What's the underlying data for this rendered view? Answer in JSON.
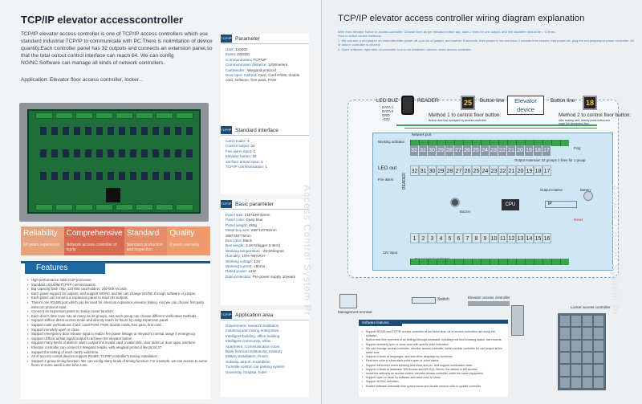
{
  "left": {
    "title": "TCP/IP elevator accesscontroller",
    "intro": "TCP/IP elevator access controller is one of TCP/IP access controllers which use standard industrial TCP/IP to communicate with PC.There is nolimitation of device quantity.Each controller panel has 32 outputs and connects an extension panel,so that the total outout control interface can reach 64. We can config NO/NC.Software can manage all kinds of network controllers.",
    "application": "Application: Elevator floor access controller, locker...",
    "features_cells": [
      {
        "title": "Reliability",
        "sub": "10 years experience"
      },
      {
        "title": "Comprehensive",
        "sub": "Network access controller of tcp/ip"
      },
      {
        "title": "Standard",
        "sub": "Standard production and inspection"
      },
      {
        "title": "Quality",
        "sub": "2 years warranty"
      }
    ],
    "features_title": "Features",
    "features": [
      "High performance 32bit CUP processer.",
      "Standard 10/100M TCP/IP communication.",
      "Big capacity flash chip, 120 000 card holders, 200 000 records.",
      "Each panel support 32 outputs, and support NO/NC and we can change NO/NC through software or jumper.",
      "Each panel can connect a expansion panel to reach 64 outputs.",
      "There's one RS485 port which can be used for intercom,expansion,elevator linking. And we can choose first party intercom protocol input.",
      "Connect an expansion panel to realize router function.",
      "Each door's time zone has as many as 16 groups, and each group can choose different verification methods.",
      "Support 16floor direct access mode and directly reach 32 floors by using expansion panel.",
      "Support multi verifications: Card, card+PSW, PSW, double cards, free pass, first card...",
      "Support remotely open or close.",
      "Support emergency door release input to realize fire power linkage or elevator's normal usage if emergency.",
      "Support of floor arrival signal output to achieve the elevator button.",
      "Support many kinds of alarms: alarm output line invalid card, invalid time, door alarm,or door open overtime.",
      "Elevator controller can connect 2 Wiegand reader, with wiegand protocol like26,34,37.",
      "Support the setting of each card's valid time.",
      "All of access control devices support RS485, TCP/IP controller's mixing installation.",
      "Support 4 group timing function. We can config many kinds of timing function. For example, we can access to some floors in some week,some time zone."
    ],
    "watermark": "Access Control System Pr",
    "parameter": {
      "tag": "TCP/IP",
      "title": "Parameter",
      "rows": [
        {
          "k": "User:",
          "v": " 120000"
        },
        {
          "k": "Event:",
          "v": " 200000"
        },
        {
          "k": "Communication:",
          "v": " TCP/UP"
        },
        {
          "k": "Communication distance:",
          "v": " 1200meters"
        },
        {
          "k": "Cardreader :",
          "v": " Wiegand protocol"
        },
        {
          "k": "Door open method:",
          "v": " Card, Card+PSW, double card, software, free pass, PSW"
        }
      ]
    },
    "standard": {
      "tag": "TCP/IP",
      "title": "Standard interface",
      "rows": [
        {
          "k": "Card reader:",
          "v": " 4"
        },
        {
          "k": "Control output:",
          "v": " 32"
        },
        {
          "k": "Fire alarm input:",
          "v": " 1"
        },
        {
          "k": "Elevator button:",
          "v": " 32"
        },
        {
          "k": "1st floor arrival input:",
          "v": " 1"
        },
        {
          "k": "TCP/IP communication:",
          "v": " 1"
        }
      ]
    },
    "basic": {
      "tag": "TCP/IP",
      "title": "Basic parameter",
      "rows": [
        {
          "k": "Panel size:",
          "v": " 216*136*32mm"
        },
        {
          "k": "Panel color:",
          "v": " Deep blue"
        },
        {
          "k": "Panel weight:",
          "v": " 450g"
        },
        {
          "k": "Metal box size:",
          "v": " 265*140*82mm"
        },
        {
          "k": "",
          "v": "388*330*75mm"
        },
        {
          "k": "Box color:",
          "v": " Black"
        },
        {
          "k": "Box weight:",
          "v": " 3.4KG(bigger 3.4KG)"
        },
        {
          "k": "",
          "v": ""
        },
        {
          "k": "Working temperature:",
          "v": " -20-60degree"
        },
        {
          "k": "Humidity:",
          "v": " 10%~95%R.H"
        },
        {
          "k": "Working voltage:",
          "v": " 12V"
        },
        {
          "k": "Working current:",
          "v": " <80ma"
        },
        {
          "k": "Rated power:",
          "v": " ≤1W"
        },
        {
          "k": "Data protection:",
          "v": " Pre-power supply 10years"
        }
      ]
    },
    "application_area": {
      "tag": "TCP/IP",
      "title": "Application area",
      "items": [
        "Government, research institution",
        "Industrial and mining enterprises",
        "Intelligent building, office building",
        "Intelligent community, Villas",
        "Apartment, Communication room",
        "Bank financial institutions, treasury",
        "Military installation, Prison",
        "Subway, airport, Expedition",
        "Turnstile control, car parking system",
        "University, hospital, hotel"
      ]
    }
  },
  "right": {
    "title": "TCP/IP elevator access controller wiring diagram explanation",
    "notes": [
      "Wire from elevator button to access controller. Choose lines as per elevator button slip; each 2 lines for one output, and line diameter should be > 0.3mm.",
      "How to select control methods:",
      "1. We can see a red jumper on controller.After power off, pull out of jumper, and wait for 5 seconds, then power it, we can have 2 sounds from buzzer, that power off, plug the red jumperand power controller. All of data in controller is cleared.",
      "2. Open software, right click on controller icon to be initialized.<device>reset access controller."
    ],
    "diagram": {
      "led_bus": "LED BUZ",
      "reader": "READER",
      "data1": "DATA 1",
      "data0": "DATA 0",
      "gnd": "GND",
      "v12": "+12V",
      "button_line_1": "Button line",
      "button_line_2": "Button line",
      "elevator_device_1": "Elevator",
      "elevator_device_2": "device",
      "method1": "Method 1 to control floor button:",
      "method1_sub": "Button and line occupied by access controller",
      "method2": "Method 2 to control floor button:",
      "method2_sub": "After swiping card, directly press button and reach the designated floor",
      "floor_25": "25",
      "floor_18": "18",
      "network_port": "Network port",
      "working_led": "Working indicator",
      "led_out": "LED out",
      "fire_alarm": "Fire alarm",
      "reader_label": "READER",
      "output_label": "Output extension 32 groups  2 lines for 1 group",
      "output_relative": "Output relative",
      "buzzer": "Buzzer",
      "cpu": "CPU",
      "ip": "IP",
      "battery": "Battery",
      "reset": "Reset",
      "power_12v": "12V input",
      "power_indicator": "Power supply indicator",
      "top_nums": [
        "32",
        "31",
        "30",
        "29",
        "28",
        "27",
        "26",
        "25",
        "24",
        "23",
        "22",
        "21",
        "20",
        "19",
        "18",
        "17"
      ],
      "mid_nums": [
        "32",
        "31",
        "30",
        "29",
        "28",
        "27",
        "26",
        "25",
        "24",
        "23",
        "22",
        "21",
        "20",
        "19",
        "18",
        "17"
      ],
      "bot_nums": [
        "1",
        "2",
        "3",
        "4",
        "5",
        "6",
        "7",
        "8",
        "9",
        "10",
        "11",
        "12",
        "13",
        "14",
        "15",
        "16"
      ],
      "fing": "Fing"
    },
    "mgmt": {
      "terminal": "Management terminal",
      "switch": "Switch",
      "controller": "Elevator access controller",
      "locker": "Locker access controller",
      "reader": "READER",
      "sw_title": "Software features",
      "sw_items": [
        "Support RS485 and TCP/IP access controller at the same time. All of access controllers are using the software.",
        "Built-in real-time overview of all settings through keyboard, including real time showing status, last records.",
        "Support remotely open or close door with special color indication.",
        "We can manage access controller, elevator access controller, locker access controller for one project at the same time.",
        "Support 4 kinds of languages, and add other language by ourselves.",
        "Real time color to show each point's open or close status.",
        "Support full screen event showing and show and pic. And support combusted noise.",
        "Support 4 kinds of database: MS Access and MS SQL Server, the default is MS Access.",
        "Install the authority on access control, elevator access controller under the same equipment.",
        "Support open or close by software and have color to show.",
        "Support NO/NC definition.",
        "Enable software automatic time synchronous and double recount click to update controller."
      ]
    },
    "watermark": "Access Control System Pr"
  },
  "colors": {
    "feature_1": "#e6a27c",
    "feature_2": "#d96a52",
    "feature_3": "#e48d68",
    "feature_4": "#ee9a6d",
    "brand_blue": "#1b6aa3",
    "terminal_green": "#3aa24d"
  }
}
